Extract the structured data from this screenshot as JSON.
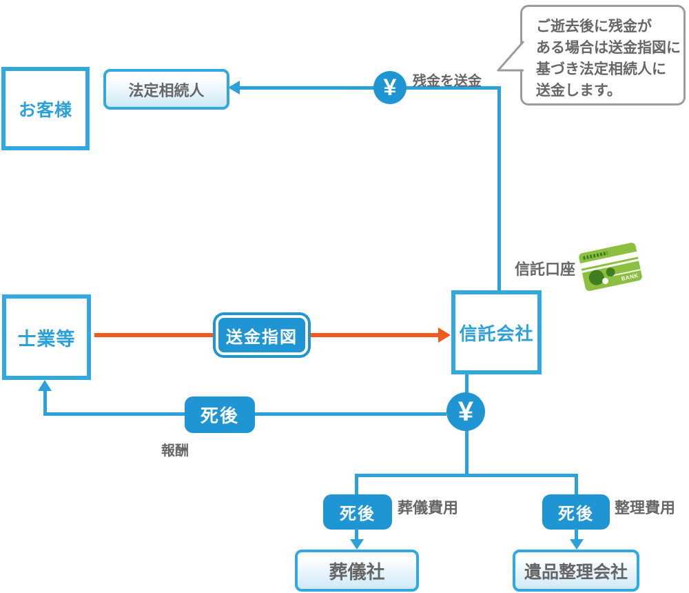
{
  "colors": {
    "blue": "#2ba0d9",
    "border_blue": "#31a9e0",
    "fill_blue": "#2095d3",
    "orange": "#ee5a1f",
    "gray": "#666666",
    "bubble_border": "#9b9b9b",
    "grad_bottom": "#cfe9f8",
    "card_green": "#8cbf3f",
    "card_dark": "#3f7d1e"
  },
  "callout": {
    "lines": [
      "ご逝去後に残金が",
      "ある場合は送金指図に",
      "基づき法定相続人に",
      "送金します。"
    ]
  },
  "nodes": {
    "customer": {
      "label": "お客様"
    },
    "legal_heir": {
      "label": "法定相続人"
    },
    "professionals": {
      "label": "士業等"
    },
    "trust_company": {
      "label": "信託会社"
    },
    "funeral_home": {
      "label": "葬儀社"
    },
    "estate_cleanup": {
      "label": "遺品整理会社"
    }
  },
  "edges": {
    "send_balance": "残金を送金",
    "remittance_instruction": "送金指図",
    "after_death": "死後",
    "reward": "報酬",
    "funeral_costs": "葬儀費用",
    "cleanup_costs": "整理費用",
    "trust_account": "信託口座"
  },
  "icons": {
    "yen": "¥",
    "bank_card_text": "BANK"
  }
}
